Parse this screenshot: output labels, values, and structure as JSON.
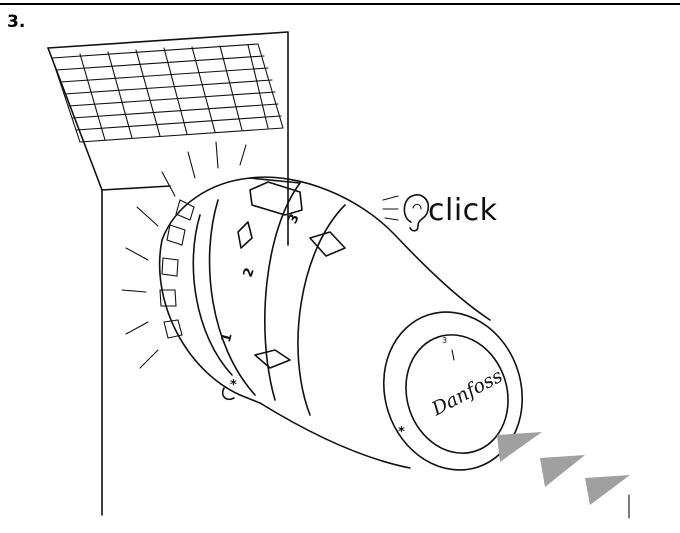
{
  "step": {
    "number": "3."
  },
  "sound": {
    "icon": "ear-icon",
    "label": "click"
  },
  "dial": {
    "mark_1": "1",
    "mark_2": "2",
    "mark_3": "3",
    "snow_mark": "*",
    "face_mark_3": "3",
    "face_snow": "*"
  },
  "brand": {
    "logo_text": "Danfoss"
  },
  "colors": {
    "line": "#111111",
    "arrow": "#a0a0a0",
    "background": "#ffffff"
  }
}
